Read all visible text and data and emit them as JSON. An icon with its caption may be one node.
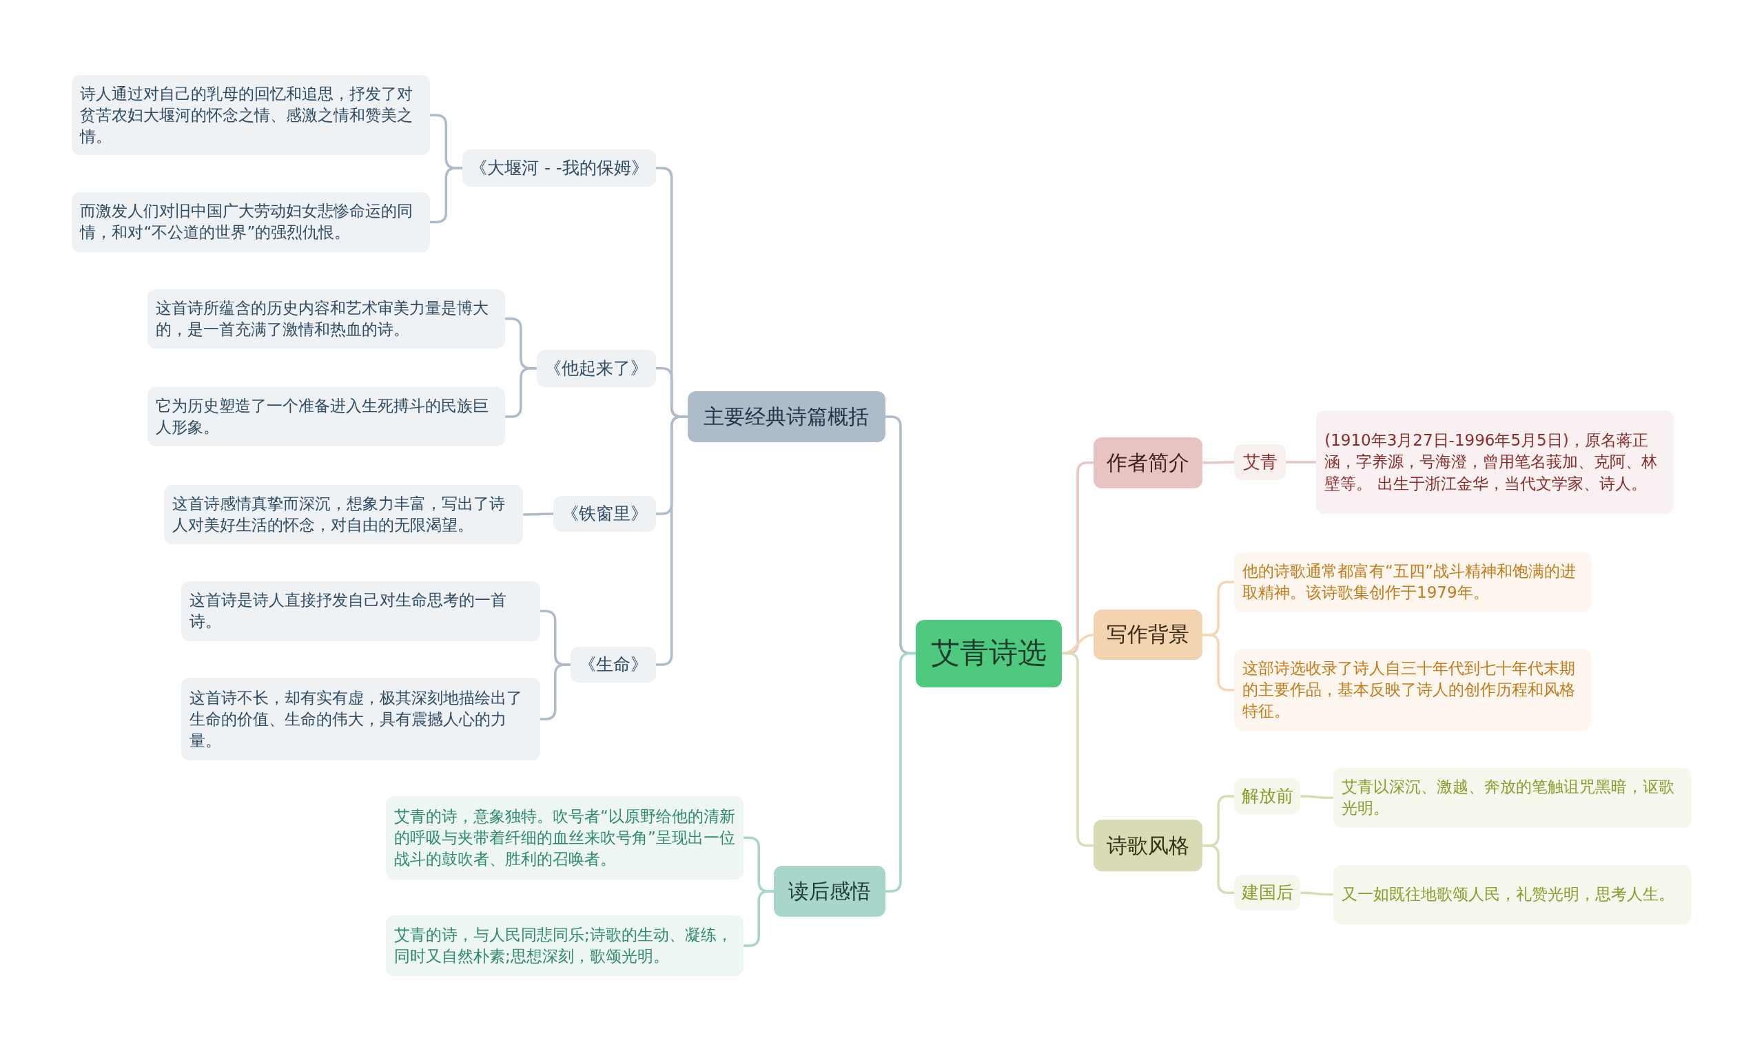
{
  "diagram": {
    "nodes": [
      {
        "text": [
          "艾青诗选"
        ]
      },
      {
        "text": [
          "主要经典诗篇概括"
        ]
      },
      {
        "text": [
          "《大堰河 - -我的保姆》"
        ]
      },
      {
        "text": [
          "诗人通过对自己的乳母的回忆和追思，抒发了对贫苦农妇大堰河的怀念之情、感激之情和赞美之情。"
        ]
      },
      {
        "text": [
          "而激发人们对旧中国广大劳动妇女悲惨命运的同情，和对“不公道的世界”的强烈仇恨。"
        ]
      },
      {
        "text": [
          "《他起来了》"
        ]
      },
      {
        "text": [
          "这首诗所蕴含的历史内容和艺术审美力量是博大的，是一首充满了激情和热血的诗。"
        ]
      },
      {
        "text": [
          "它为历史塑造了一个准备进入生死搏斗的民族巨人形象。"
        ]
      },
      {
        "text": [
          "《铁窗里》"
        ]
      },
      {
        "text": [
          "这首诗感情真挚而深沉，想象力丰富，写出了诗人对美好生活的怀念，对自由的无限渴望。"
        ]
      },
      {
        "text": [
          "《生命》"
        ]
      },
      {
        "text": [
          "这首诗是诗人直接抒发自己对生命思考的一首诗。"
        ]
      },
      {
        "text": [
          "这首诗不长，却有实有虚，极其深刻地描绘出了生命的价值、生命的伟大，具有震撼人心的力量。"
        ]
      },
      {
        "text": [
          "读后感悟"
        ]
      },
      {
        "text": [
          "艾青的诗，意象独特。吹号者“以原野给他的清新的呼吸与夹带着纤细的血丝来吹号角”呈现出一位战斗的鼓吹者、胜利的召唤者。"
        ]
      },
      {
        "text": [
          "艾青的诗，与人民同悲同乐;诗歌的生动、凝练，同时又自然朴素;思想深刻，歌颂光明。"
        ]
      },
      {
        "text": [
          "作者简介"
        ]
      },
      {
        "text": [
          "艾青"
        ]
      },
      {
        "text": [
          "(1910年3月27日-1996年5月5日)，原名蒋正涵，字养源，号海澄，曾用笔名莪加、克阿、林壁等。 出生于浙江金华，当代文学家、诗人。"
        ]
      },
      {
        "text": [
          "写作背景"
        ]
      },
      {
        "text": [
          "他的诗歌通常都富有“五四”战斗精神和饱满的进取精神。该诗歌集创作于1979年。"
        ]
      },
      {
        "text": [
          "这部诗选收录了诗人自三十年代到七十年代末期的主要作品，基本反映了诗人的创作历程和风格特征。"
        ]
      },
      {
        "text": [
          "诗歌风格"
        ]
      },
      {
        "text": [
          "解放前"
        ]
      },
      {
        "text": [
          "艾青以深沉、激越、奔放的笔触诅咒黑暗，讴歌光明。"
        ]
      },
      {
        "text": [
          "建国后"
        ]
      },
      {
        "text": [
          "又一如既往地歌颂人民，礼赞光明，思考人生。"
        ]
      }
    ],
    "edges": [
      {
        "from": 0,
        "to": 1,
        "arrow": "none"
      },
      {
        "from": 1,
        "to": 2,
        "arrow": "none"
      },
      {
        "from": 2,
        "to": 3,
        "arrow": "none"
      },
      {
        "from": 2,
        "to": 4,
        "arrow": "none"
      },
      {
        "from": 1,
        "to": 5,
        "arrow": "none"
      },
      {
        "from": 5,
        "to": 6,
        "arrow": "none"
      },
      {
        "from": 5,
        "to": 7,
        "arrow": "none"
      },
      {
        "from": 1,
        "to": 8,
        "arrow": "none"
      },
      {
        "from": 8,
        "to": 9,
        "arrow": "none"
      },
      {
        "from": 1,
        "to": 10,
        "arrow": "none"
      },
      {
        "from": 10,
        "to": 11,
        "arrow": "none"
      },
      {
        "from": 10,
        "to": 12,
        "arrow": "none"
      },
      {
        "from": 0,
        "to": 13,
        "arrow": "none",
        "color": "#a6d6cb"
      },
      {
        "from": 13,
        "to": 14,
        "arrow": "none",
        "color": "#a6d6cb"
      },
      {
        "from": 13,
        "to": 15,
        "arrow": "none",
        "color": "#a6d6cb"
      },
      {
        "from": 0,
        "to": 16,
        "arrow": "none",
        "color": "#e9c4c4"
      },
      {
        "from": 16,
        "to": 17,
        "arrow": "none",
        "color": "#e9c4c4"
      },
      {
        "from": 17,
        "to": 18,
        "arrow": "none",
        "color": "#e9c4c4"
      },
      {
        "from": 0,
        "to": 19,
        "arrow": "none",
        "color": "#f3d6b4"
      },
      {
        "from": 19,
        "to": 20,
        "arrow": "none",
        "color": "#f3d6b4"
      },
      {
        "from": 19,
        "to": 21,
        "arrow": "none",
        "color": "#f3d6b4"
      },
      {
        "from": 0,
        "to": 22,
        "arrow": "none",
        "color": "#dadcb6"
      },
      {
        "from": 22,
        "to": 23,
        "arrow": "none",
        "color": "#dadcb6"
      },
      {
        "from": 23,
        "to": 24,
        "arrow": "none",
        "color": "#dadcb6"
      },
      {
        "from": 22,
        "to": 25,
        "arrow": "none",
        "color": "#dadcb6"
      },
      {
        "from": 25,
        "to": 26,
        "arrow": "none",
        "color": "#dadcb6"
      }
    ]
  }
}
